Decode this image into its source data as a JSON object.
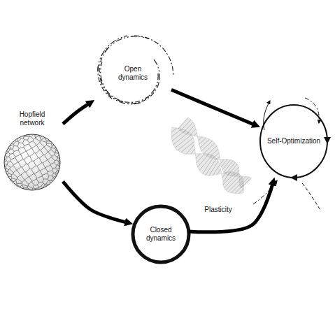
{
  "diagram": {
    "nodes": [
      {
        "text": [
          "Hopfield network"
        ]
      },
      {
        "text": [
          "Open dynamics"
        ]
      },
      {
        "text": [
          "Closed dynamics"
        ]
      },
      {
        "text": [
          "Plasticity"
        ]
      },
      {
        "text": [
          "Self-Optimization"
        ]
      }
    ],
    "edges": [
      {
        "from": 0,
        "to": 1,
        "arrow": "to"
      },
      {
        "from": 0,
        "to": 2,
        "arrow": "to"
      },
      {
        "from": 1,
        "to": 4,
        "arrow": "to"
      },
      {
        "from": 2,
        "to": 4,
        "arrow": "to"
      }
    ]
  }
}
